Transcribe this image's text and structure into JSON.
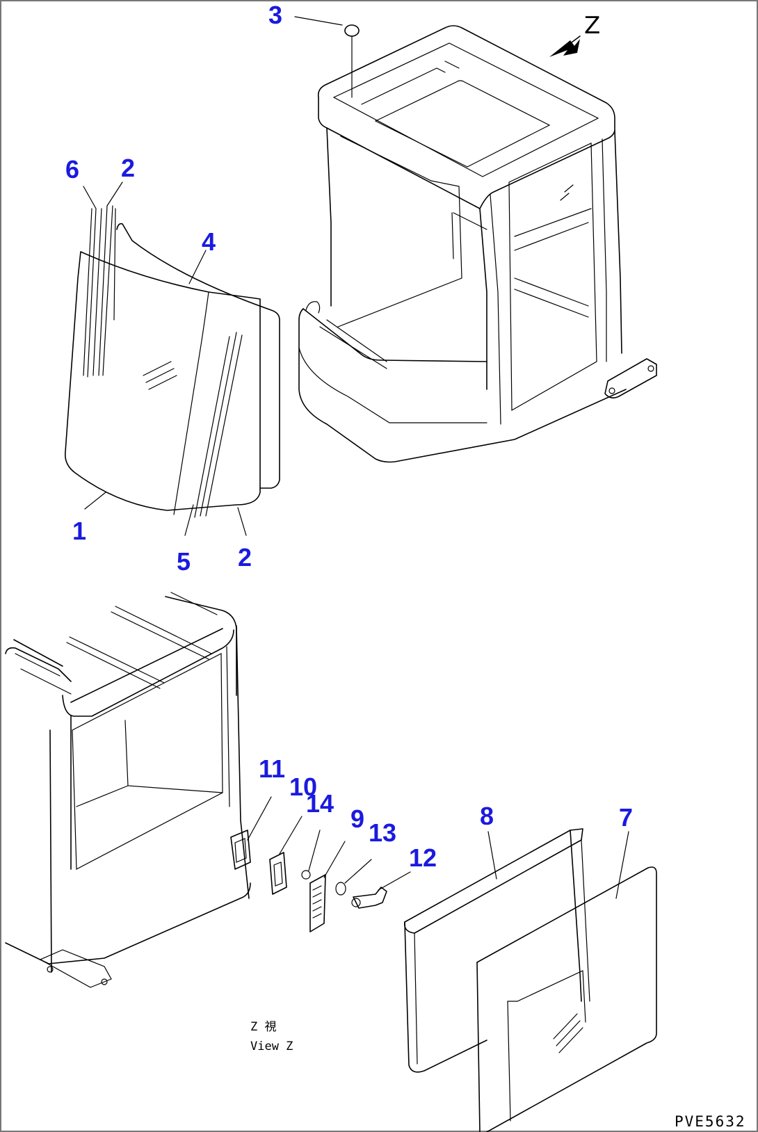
{
  "view_marker": {
    "letter": "Z"
  },
  "callouts": {
    "c1": "1",
    "c2a": "2",
    "c2b": "2",
    "c3": "3",
    "c4": "4",
    "c5": "5",
    "c6": "6",
    "c7": "7",
    "c8": "8",
    "c9": "9",
    "c10": "10",
    "c11": "11",
    "c12": "12",
    "c13": "13",
    "c14": "14"
  },
  "view_caption": {
    "jp": "Z 視",
    "en": "View Z"
  },
  "drawing_code": "PVE5632",
  "colors": {
    "callout": "#1a1ae0",
    "line": "#000000",
    "background": "#ffffff"
  }
}
